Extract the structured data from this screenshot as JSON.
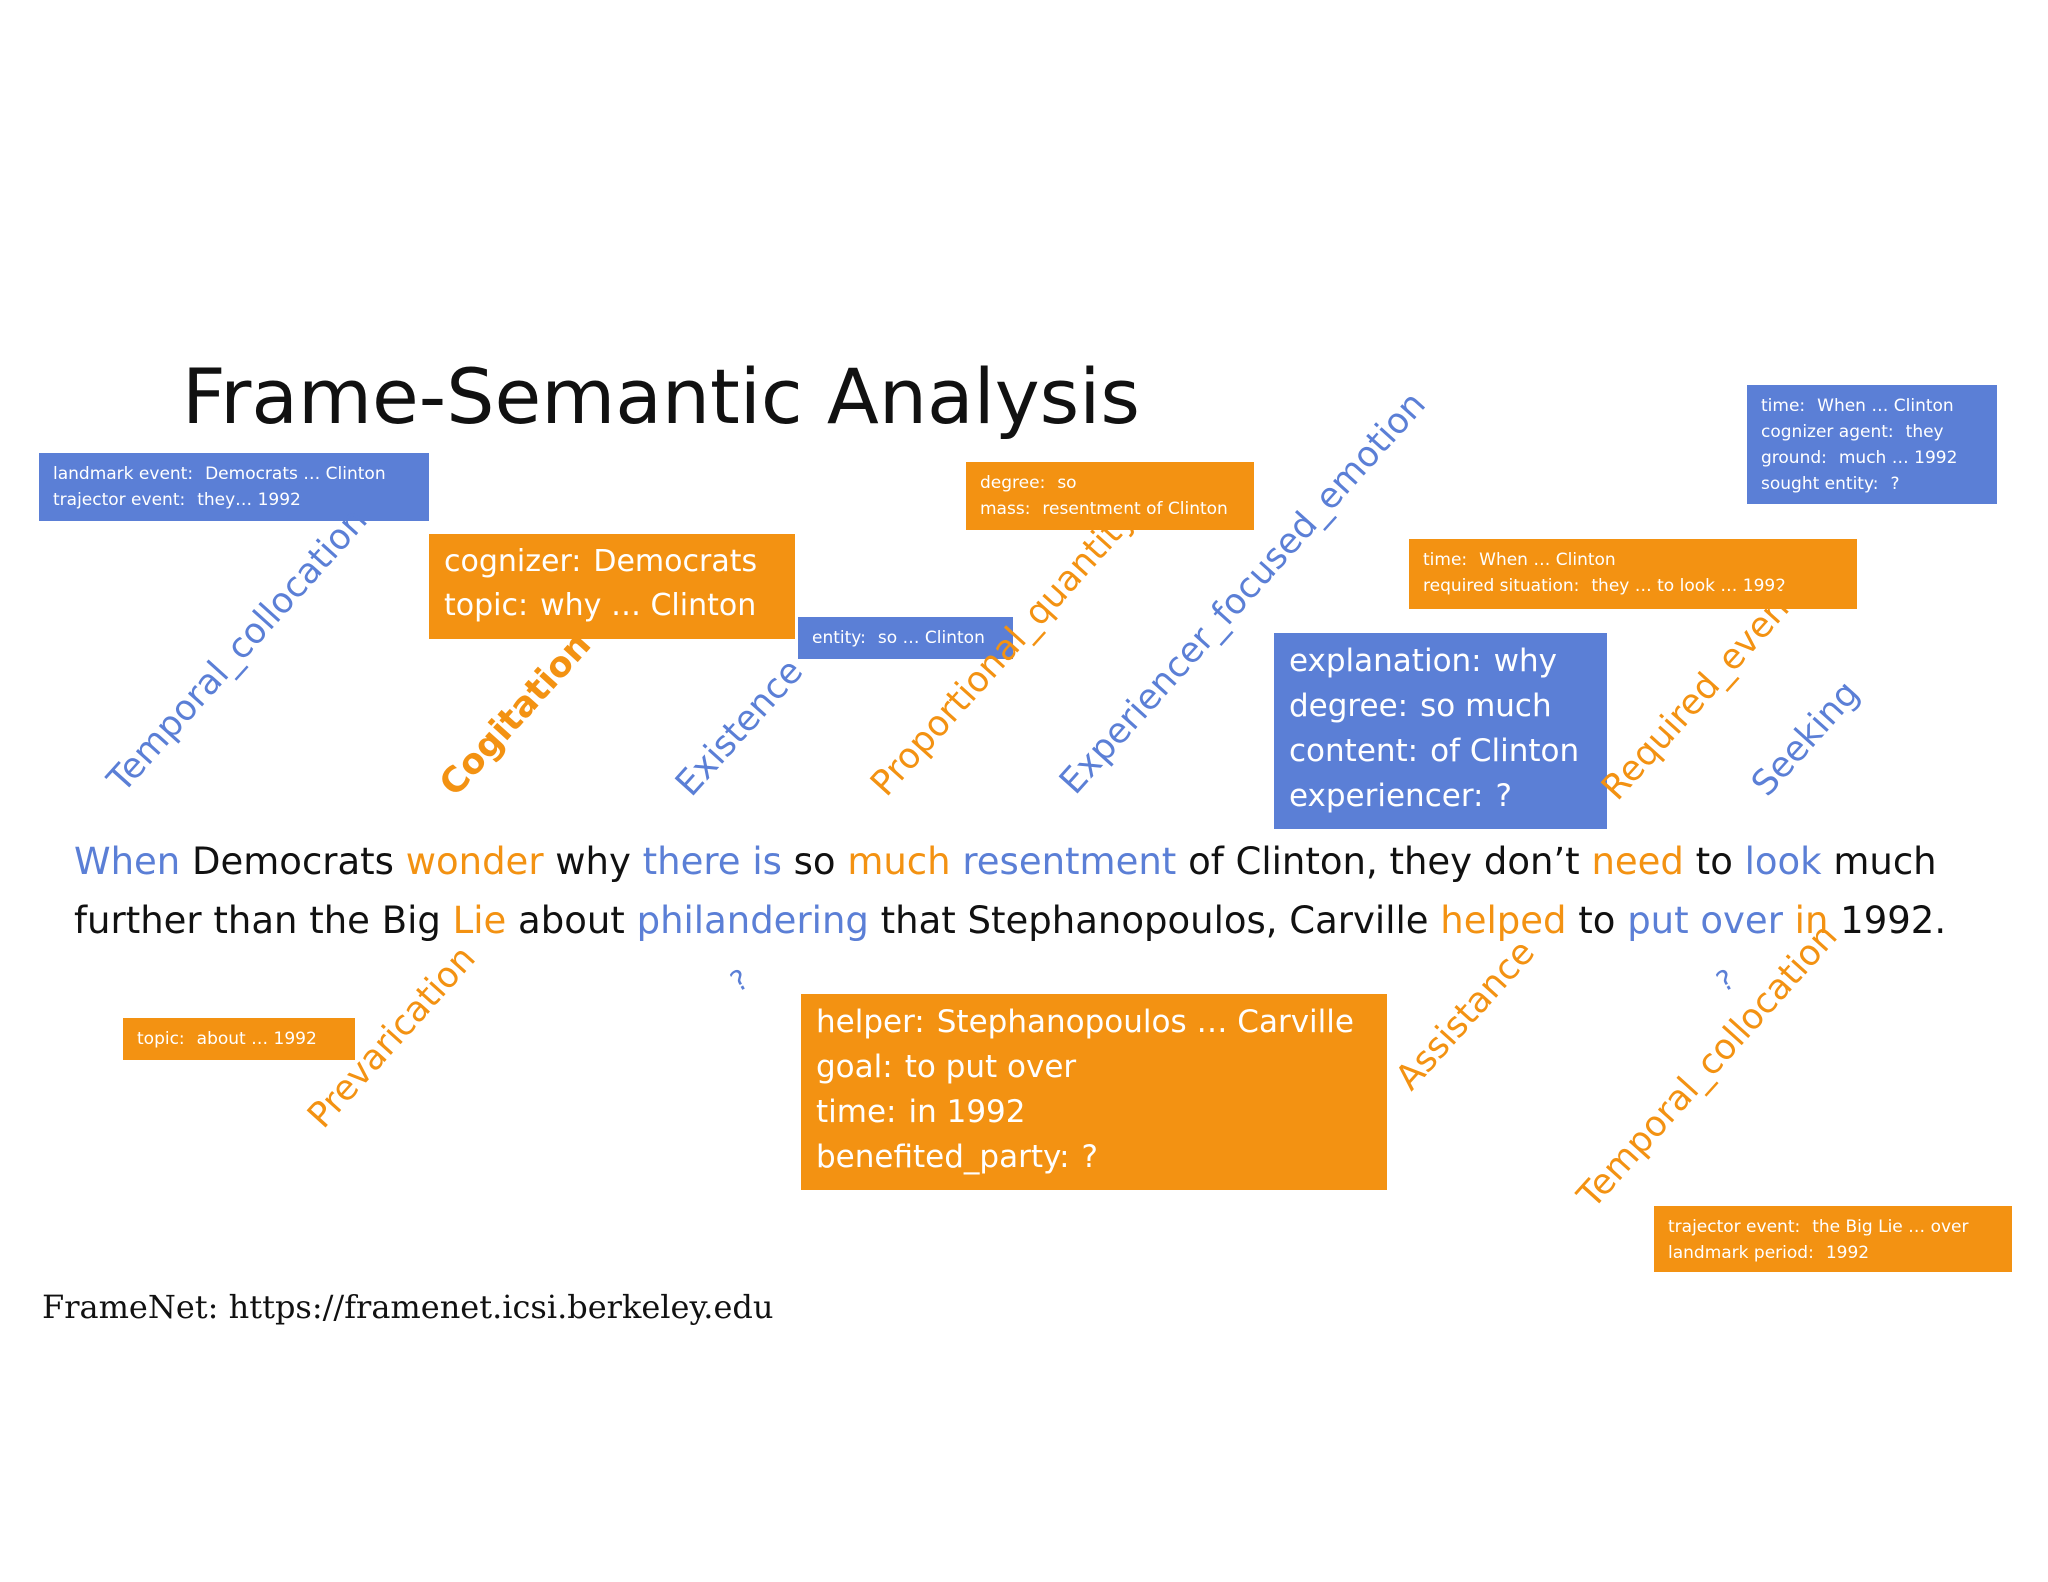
{
  "title": "Frame-Semantic Analysis",
  "boxes": {
    "temporal_top": [
      {
        "k": "landmark event:",
        "v": "Democrats … Clinton"
      },
      {
        "k": "trajector event:",
        "v": "they… 1992"
      }
    ],
    "cogitation": [
      {
        "k": "cognizer:",
        "v": "Democrats"
      },
      {
        "k": "topic:",
        "v": "why … Clinton"
      }
    ],
    "existence": [
      {
        "k": "entity:",
        "v": "so … Clinton"
      }
    ],
    "proportional": [
      {
        "k": "degree:",
        "v": "so"
      },
      {
        "k": "mass:",
        "v": "resentment of Clinton"
      }
    ],
    "experiencer": [
      {
        "k": "explanation:",
        "v": "why"
      },
      {
        "k": "degree:",
        "v": "so much"
      },
      {
        "k": "content:",
        "v": "of Clinton"
      },
      {
        "k": "experiencer:",
        "v": "?"
      }
    ],
    "required": [
      {
        "k": "time:",
        "v": "When … Clinton"
      },
      {
        "k": "required situation:",
        "v": "they … to look … 1992"
      }
    ],
    "seeking": [
      {
        "k": "time:",
        "v": "When … Clinton"
      },
      {
        "k": "cognizer agent:",
        "v": "they"
      },
      {
        "k": "ground:",
        "v": "much … 1992"
      },
      {
        "k": "sought entity:",
        "v": "?"
      }
    ],
    "prevarication": [
      {
        "k": "topic:",
        "v": "about … 1992"
      }
    ],
    "assistance": [
      {
        "k": "helper:",
        "v": "Stephanopoulos … Carville"
      },
      {
        "k": "goal:",
        "v": "to put over"
      },
      {
        "k": "time:",
        "v": "in 1992"
      },
      {
        "k": "benefited_party:",
        "v": "?"
      }
    ],
    "temporal_bottom": [
      {
        "k": "trajector event:",
        "v": "the Big Lie … over"
      },
      {
        "k": "landmark period:",
        "v": "1992"
      }
    ]
  },
  "frames": {
    "temporal_collocation_1": "Temporal_collocation",
    "cogitation": "Cogitation",
    "existence": "Existence",
    "proportional_quantity": "Proportional_quantity",
    "experiencer_focused_emotion": "Experiencer_focused_emotion",
    "required_event": "Required_event",
    "seeking": "Seeking",
    "prevarication": "Prevarication",
    "assistance": "Assistance",
    "temporal_collocation_2": "Temporal_collocation"
  },
  "question_marks": [
    "?",
    "?"
  ],
  "sentence": {
    "line1": [
      {
        "t": "When",
        "c": "blue"
      },
      {
        "t": " Democrats ",
        "c": "black"
      },
      {
        "t": "wonder",
        "c": "orange"
      },
      {
        "t": " why ",
        "c": "black"
      },
      {
        "t": "there is",
        "c": "blue"
      },
      {
        "t": " so ",
        "c": "black"
      },
      {
        "t": "much",
        "c": "orange"
      },
      {
        "t": " ",
        "c": "black"
      },
      {
        "t": "resentment",
        "c": "blue"
      },
      {
        "t": " of Clinton, they don’t ",
        "c": "black"
      },
      {
        "t": "need",
        "c": "orange"
      },
      {
        "t": " to ",
        "c": "black"
      },
      {
        "t": "look",
        "c": "blue"
      },
      {
        "t": " much",
        "c": "black"
      }
    ],
    "line2": [
      {
        "t": "further than the Big ",
        "c": "black"
      },
      {
        "t": "Lie",
        "c": "orange"
      },
      {
        "t": " about ",
        "c": "black"
      },
      {
        "t": "philandering",
        "c": "blue"
      },
      {
        "t": " that Stephanopoulos, Carville ",
        "c": "black"
      },
      {
        "t": "helped",
        "c": "orange"
      },
      {
        "t": " to ",
        "c": "black"
      },
      {
        "t": "put over",
        "c": "blue"
      },
      {
        "t": " ",
        "c": "black"
      },
      {
        "t": "in",
        "c": "orange"
      },
      {
        "t": " 1992.",
        "c": "black"
      }
    ]
  },
  "footer": "FrameNet:  https://framenet.icsi.berkeley.edu",
  "colors": {
    "blue": "#5b7fd6",
    "orange": "#f39212",
    "black": "#111111"
  }
}
